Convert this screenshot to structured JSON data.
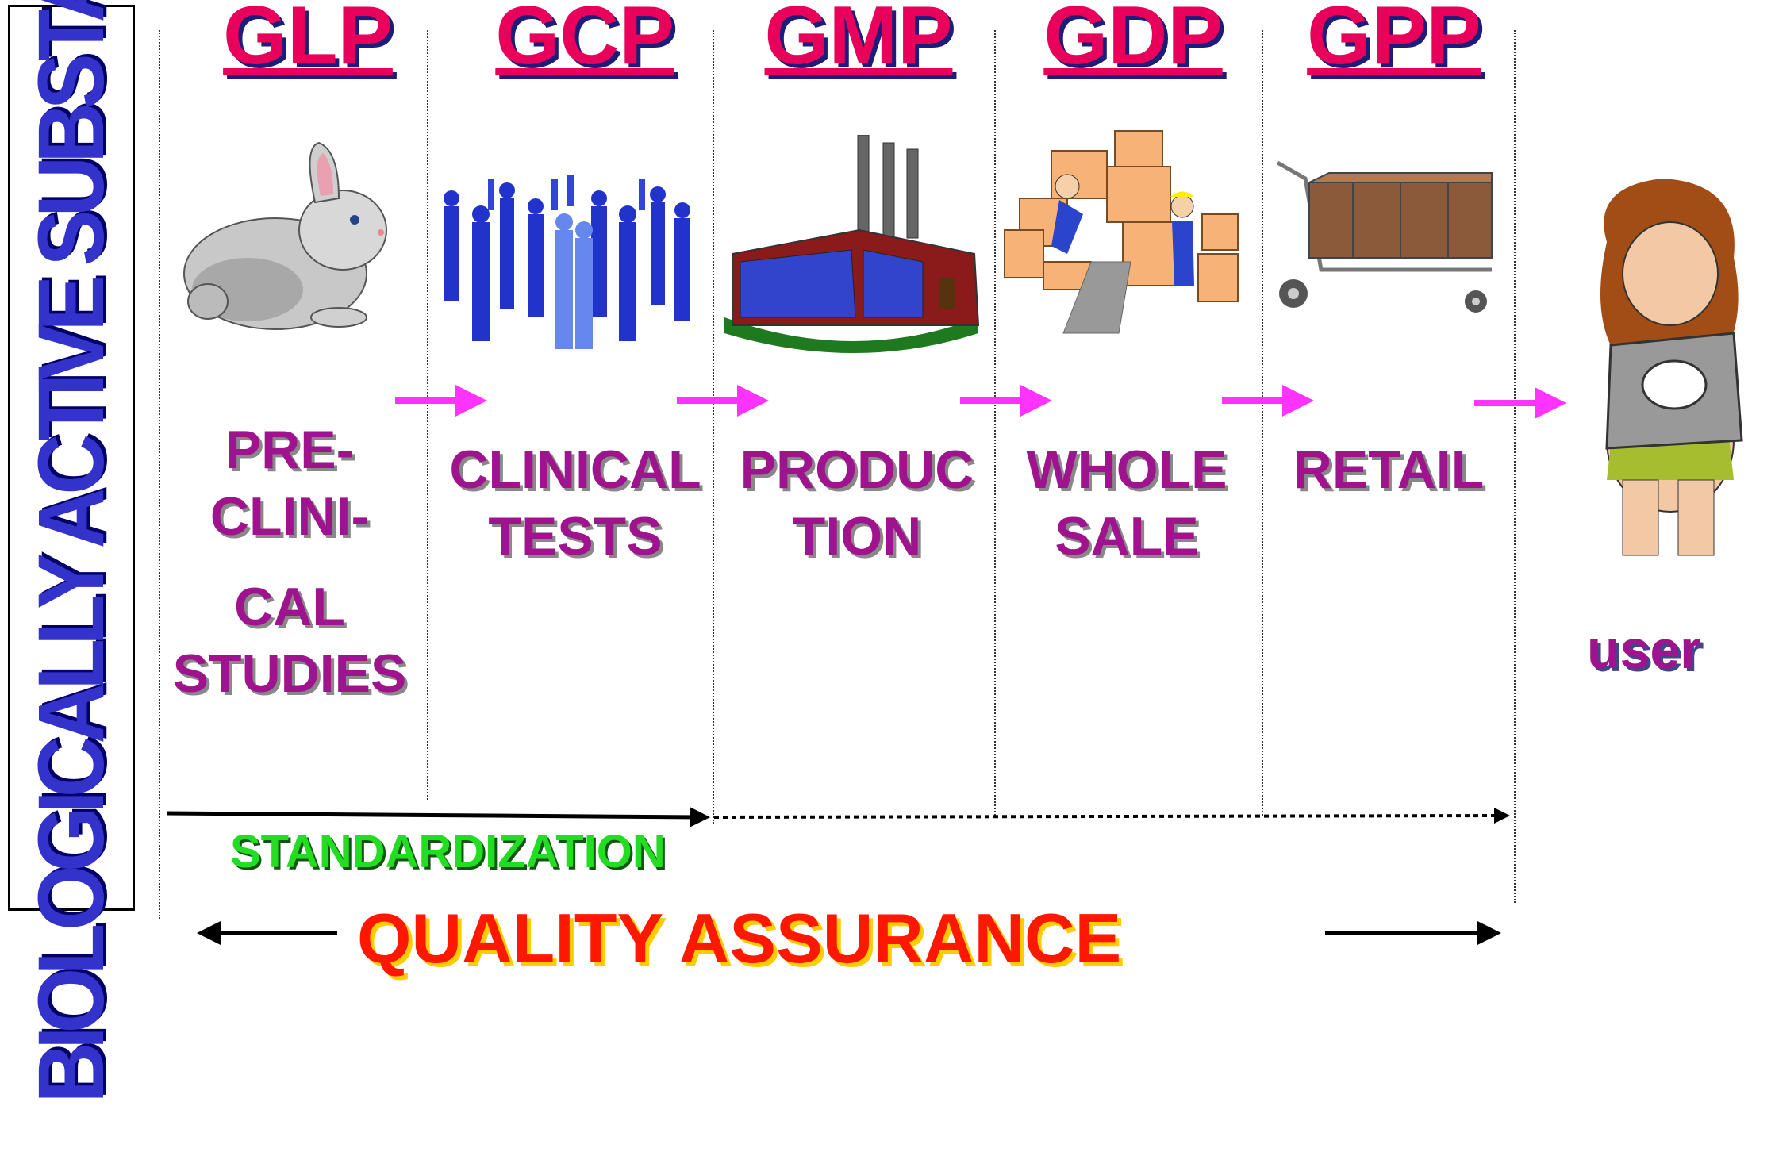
{
  "side_label": "BIOLOGICALLY ACTIVE SUBSTANCE",
  "guidelines": [
    "GLP",
    "GCP",
    "GMP",
    "GDP",
    "GPP"
  ],
  "stages": {
    "s1": [
      "PRE-",
      "CLINI-",
      "CAL",
      "STUDIES"
    ],
    "s2": [
      "CLINICAL",
      "TESTS"
    ],
    "s3": [
      "PRODUC",
      "TION"
    ],
    "s4": [
      "WHOLE",
      "SALE"
    ],
    "s5": [
      "RETAIL"
    ]
  },
  "user_label": "user",
  "standardization_label": "STANDARDIZATION",
  "quality_label": "QUALITY ASSURANCE",
  "colors": {
    "guideline_text": "#e8005a",
    "stage_text": "#a0138e",
    "arrow": "#ff33ff",
    "side_text": "#3333cc",
    "standardization": "#22dd22",
    "quality": "#ff1800"
  },
  "icons": [
    "rabbit-icon",
    "crowd-icon",
    "factory-icon",
    "warehouse-workers-icon",
    "shopping-cart-icon",
    "caveman-user-icon"
  ]
}
